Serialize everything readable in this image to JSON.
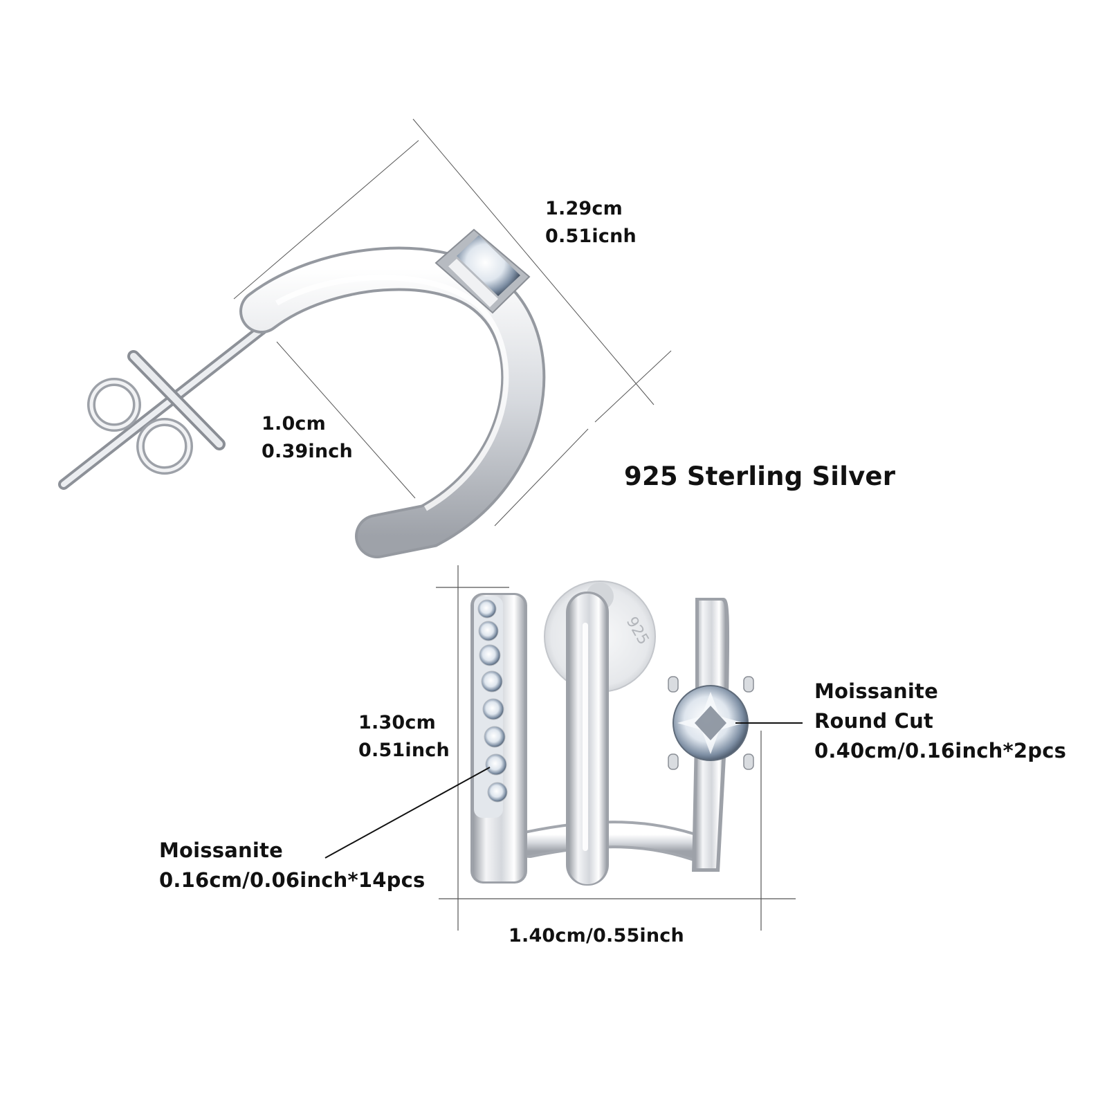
{
  "product": {
    "material_label": "925 Sterling Silver",
    "stamp": "925"
  },
  "side_view": {
    "outer_diameter": {
      "cm": "1.29cm",
      "inch": "0.51icnh"
    },
    "inner_diameter": {
      "cm": "1.0cm",
      "inch": "0.39inch"
    }
  },
  "front_view": {
    "height": {
      "cm": "1.30cm",
      "inch": "0.51inch"
    },
    "width": "1.40cm/0.55inch",
    "center_stone": {
      "title": "Moissanite",
      "cut": "Round Cut",
      "size": "0.40cm/0.16inch*2pcs"
    },
    "pave_stones": {
      "title": "Moissanite",
      "size": "0.16cm/0.06inch*14pcs"
    }
  },
  "colors": {
    "background": "#ffffff",
    "text": "#111111",
    "dimension_line": "#555555",
    "metal_light": "#f2f3f5",
    "metal_mid": "#c9ccd1",
    "metal_dark": "#8a8e95"
  }
}
